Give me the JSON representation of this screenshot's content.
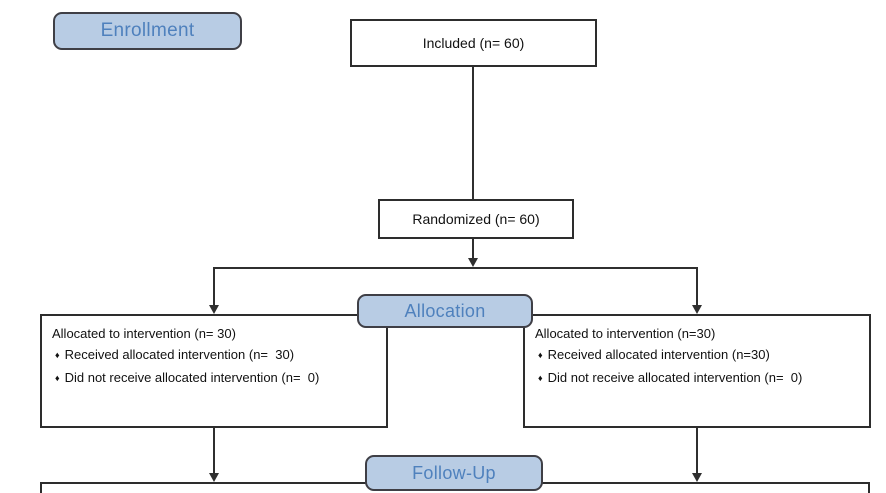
{
  "diagram": {
    "stages": {
      "enrollment_label": "Enrollment",
      "allocation_label": "Allocation",
      "followup_label": "Follow-Up"
    },
    "boxes": {
      "included": "Included (n= 60)",
      "randomized": "Randomized (n= 60)",
      "left_allocation": {
        "title": "Allocated to intervention (n= 30)",
        "bullets": [
          "Received allocated intervention (n=  30)",
          "Did not receive allocated intervention (n=  0)"
        ]
      },
      "right_allocation": {
        "title": "Allocated to intervention (n=30)",
        "bullets": [
          "Received allocated intervention (n=30)",
          "Did not receive allocated intervention (n=  0)"
        ]
      }
    },
    "bullet_icon": "♦",
    "colors": {
      "badge_fill": "#b8cce4",
      "badge_border": "#3f3f46",
      "badge_text": "#4f81bd",
      "box_border": "#2d2d2d",
      "line": "#2f2f2f"
    }
  }
}
